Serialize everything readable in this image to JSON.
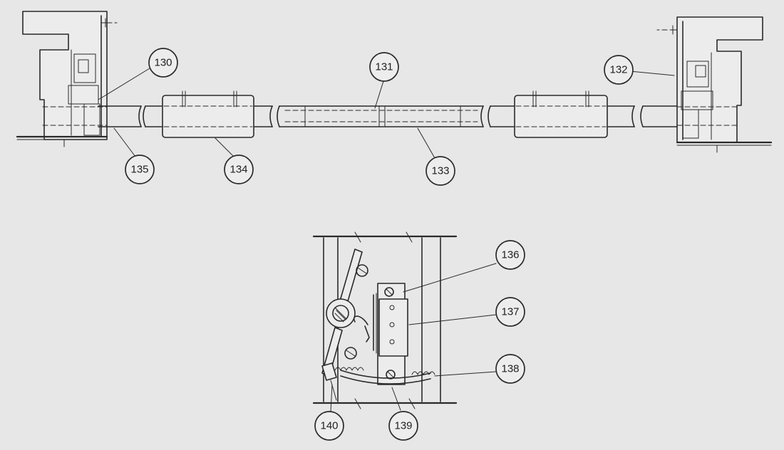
{
  "callouts": {
    "c130": "130",
    "c131": "131",
    "c132": "132",
    "c133": "133",
    "c134": "134",
    "c135": "135",
    "c136": "136",
    "c137": "137",
    "c138": "138",
    "c139": "139",
    "c140": "140"
  },
  "colors": {
    "background": "#e7e7e7",
    "ink": "#2a2a2a"
  }
}
